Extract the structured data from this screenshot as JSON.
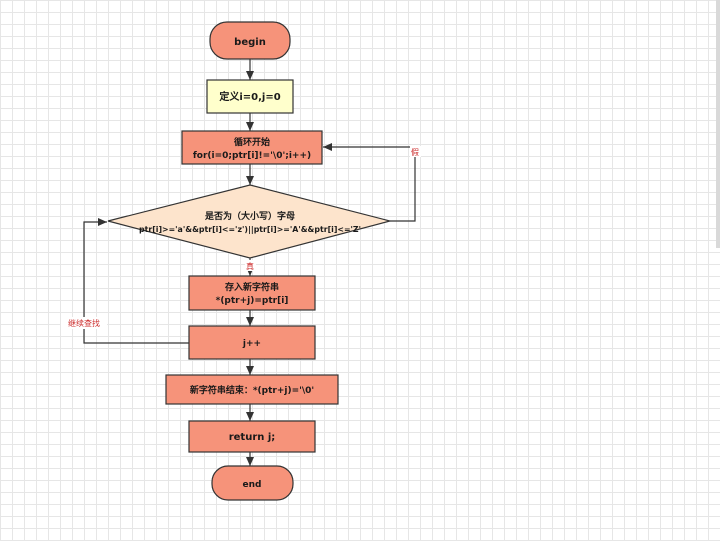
{
  "nodes": {
    "begin": "begin",
    "define": "定义i=0,j=0",
    "loop_title": "循环开始",
    "loop_cond": "for(i=0;ptr[i]!='\\0';i++)",
    "check_title": "是否为（大小写）字母",
    "check_cond": "ptr[i]>='a'&&ptr[i]<='z')||ptr[i]>='A'&&ptr[i]<='Z'",
    "store_title": "存入新字符串",
    "store_code": "*(ptr+j)=ptr[i]",
    "increment": "j++",
    "terminate": "新字符串结束：*(ptr+j)='\\0'",
    "return": "return j;",
    "end": "end"
  },
  "labels": {
    "false": "假",
    "true": "真",
    "continue": "继续查找"
  },
  "colors": {
    "terminal_fill": "#f6937a",
    "process_fill": "#f6937a",
    "define_fill": "#ffffcc",
    "decision_fill": "#fde4cc",
    "stroke": "#333333",
    "label_red": "#cc2b2b"
  }
}
